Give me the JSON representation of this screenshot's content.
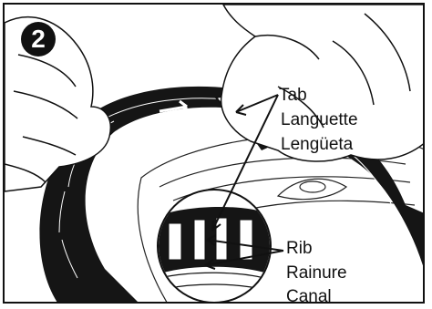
{
  "step": {
    "number": "2"
  },
  "callouts": {
    "tab": {
      "en": "Tab",
      "fr": "Languette",
      "es": "Lengüeta"
    },
    "rib": {
      "en": "Rib",
      "fr": "Rainure",
      "es": "Canal"
    }
  },
  "colors": {
    "ink": "#111111",
    "paper": "#ffffff"
  }
}
